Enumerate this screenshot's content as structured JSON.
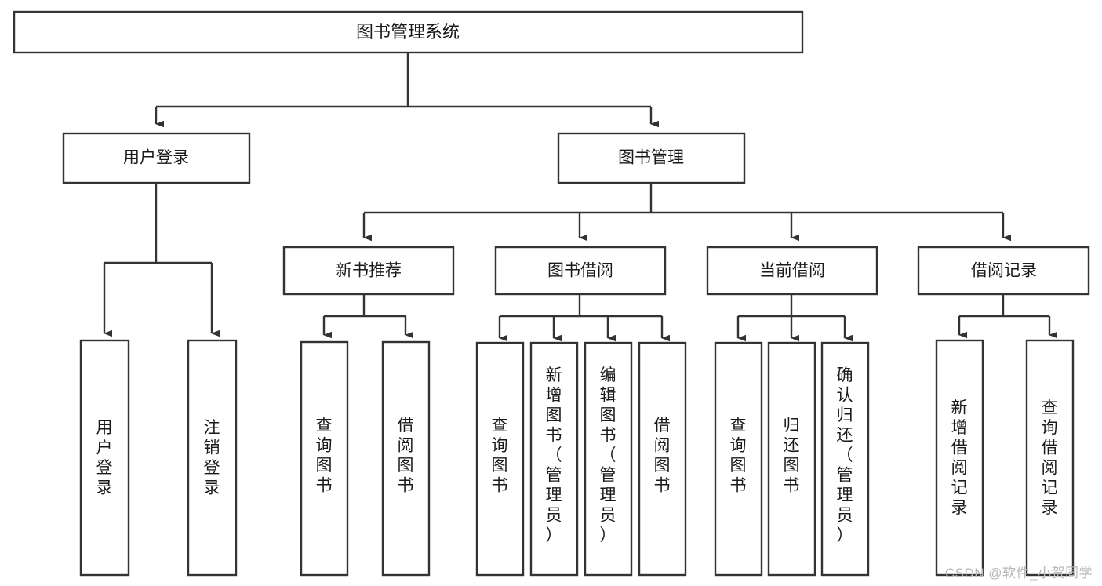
{
  "diagram": {
    "title": "图书管理系统",
    "type": "tree-hierarchy",
    "watermark": "CSDN @软件_小贺同学",
    "root": {
      "id": "root",
      "label": "图书管理系统"
    },
    "level2": [
      {
        "id": "user-login",
        "label": "用户登录"
      },
      {
        "id": "book-management",
        "label": "图书管理"
      }
    ],
    "level3": [
      {
        "id": "new-book-recommend",
        "label": "新书推荐",
        "parent": "book-management"
      },
      {
        "id": "book-borrow",
        "label": "图书借阅",
        "parent": "book-management"
      },
      {
        "id": "current-borrow",
        "label": "当前借阅",
        "parent": "book-management"
      },
      {
        "id": "borrow-record",
        "label": "借阅记录",
        "parent": "book-management"
      }
    ],
    "leaves": {
      "user-login": [
        {
          "id": "leaf-user-login",
          "label": "用户登录"
        },
        {
          "id": "leaf-user-logout",
          "label": "注销登录"
        }
      ],
      "new-book-recommend": [
        {
          "id": "leaf-query-book-1",
          "label": "查询图书"
        },
        {
          "id": "leaf-borrow-book-1",
          "label": "借阅图书"
        }
      ],
      "book-borrow": [
        {
          "id": "leaf-query-book-2",
          "label": "查询图书"
        },
        {
          "id": "leaf-add-book",
          "label": "新增图书（管理员）"
        },
        {
          "id": "leaf-edit-book",
          "label": "编辑图书（管理员）"
        },
        {
          "id": "leaf-borrow-book-2",
          "label": "借阅图书"
        }
      ],
      "current-borrow": [
        {
          "id": "leaf-query-book-3",
          "label": "查询图书"
        },
        {
          "id": "leaf-return-book",
          "label": "归还图书"
        },
        {
          "id": "leaf-confirm-return",
          "label": "确认归还（管理员）"
        }
      ],
      "borrow-record": [
        {
          "id": "leaf-add-record",
          "label": "新增借阅记录"
        },
        {
          "id": "leaf-query-record",
          "label": "查询借阅记录"
        }
      ]
    },
    "colors": {
      "box_stroke": "#333333",
      "box_fill": "#ffffff",
      "text": "#1a1a1a",
      "connector": "#333333",
      "watermark": "#b8b8b8",
      "background": "#ffffff"
    }
  }
}
